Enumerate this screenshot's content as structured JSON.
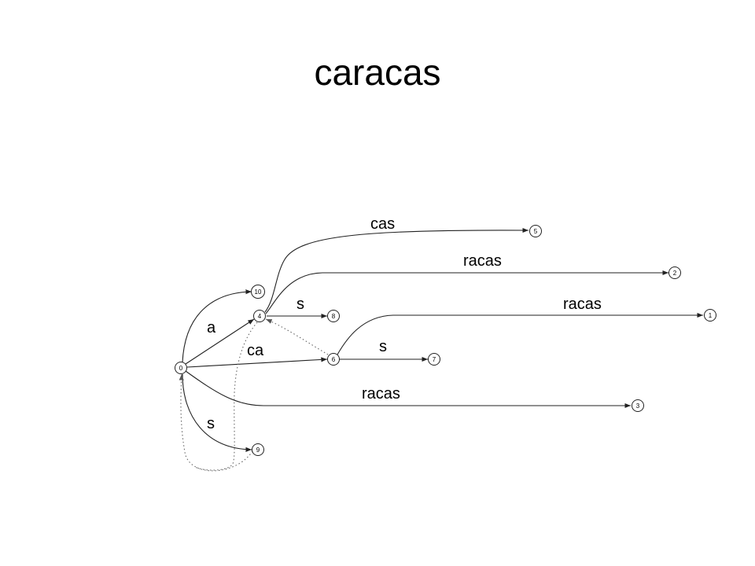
{
  "title": "caracas",
  "nodes": {
    "n0": "0",
    "n1": "1",
    "n2": "2",
    "n3": "3",
    "n4": "4",
    "n5": "5",
    "n6": "6",
    "n7": "7",
    "n8": "8",
    "n9": "9",
    "n10": "10"
  },
  "edges": {
    "e_0_4": "a",
    "e_0_6": "ca",
    "e_0_3": "racas",
    "e_0_9": "s",
    "e_4_5": "cas",
    "e_4_2": "racas",
    "e_4_8": "s",
    "e_6_1": "racas",
    "e_6_7": "s"
  }
}
